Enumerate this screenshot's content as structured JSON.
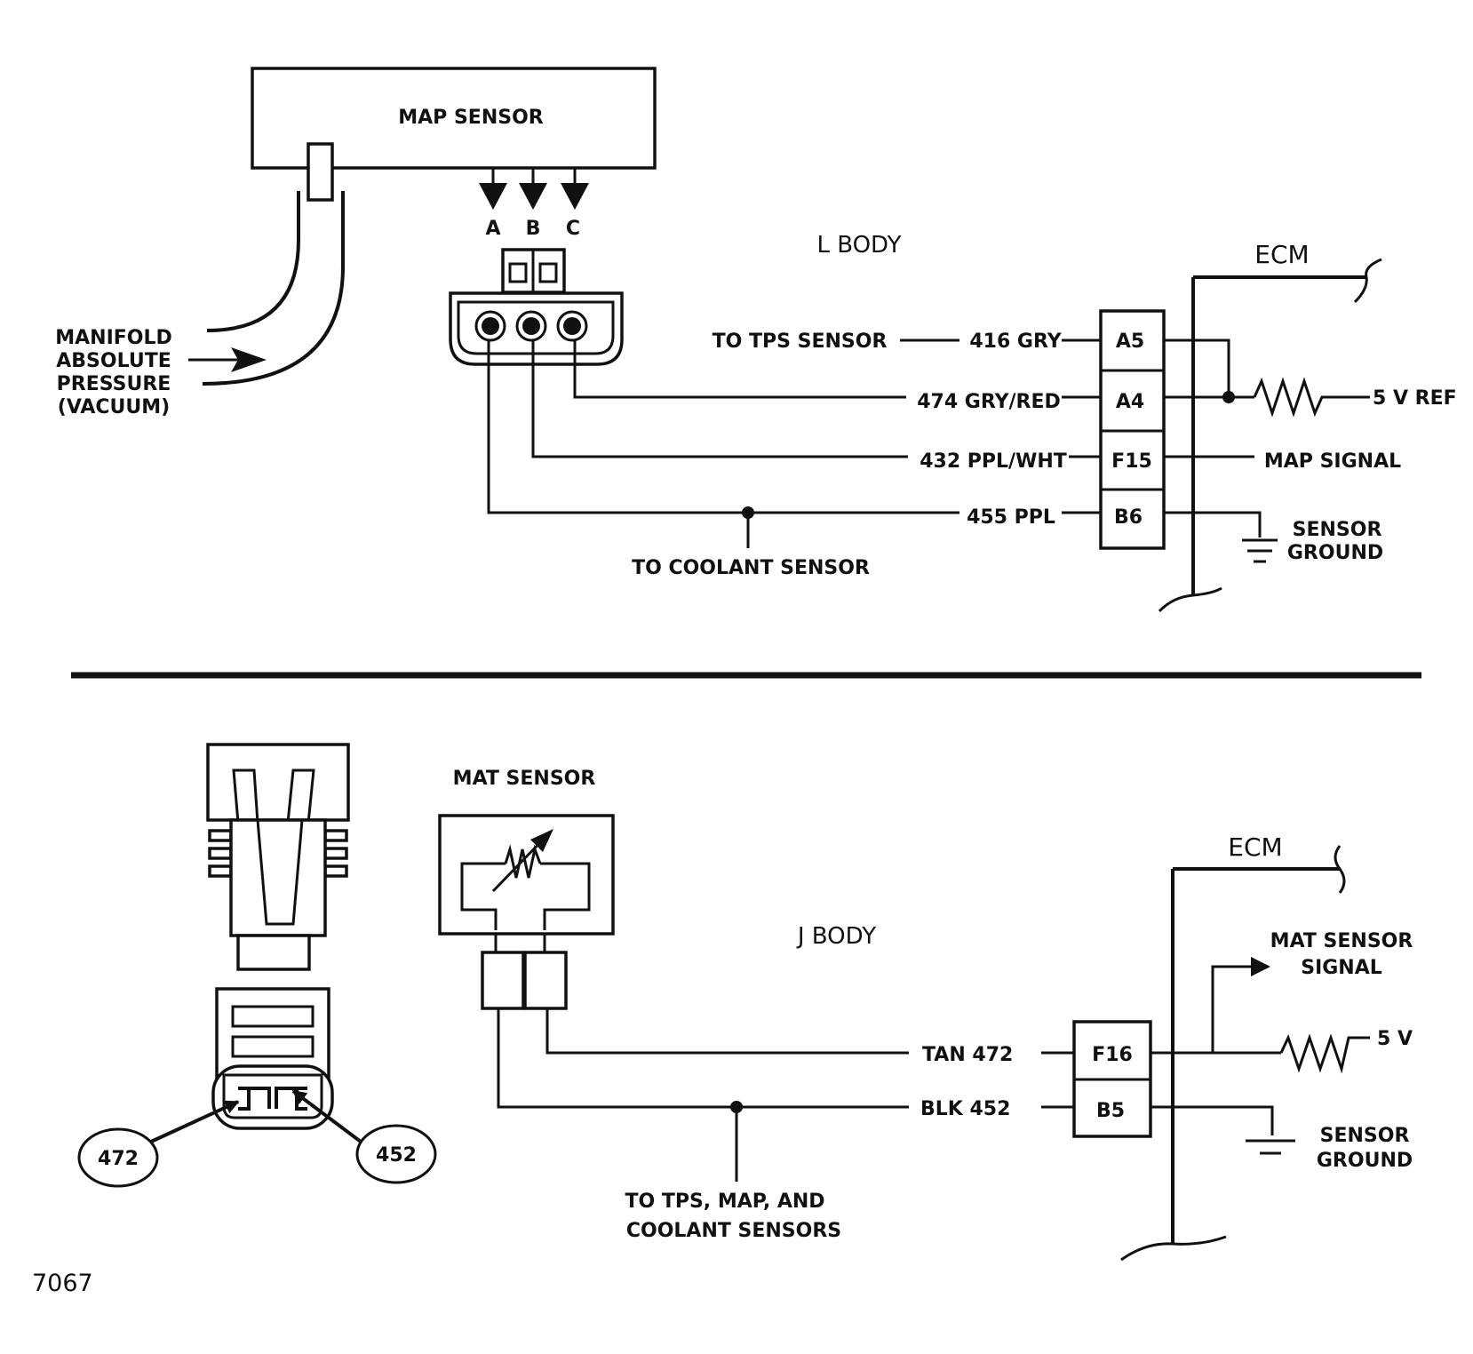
{
  "top": {
    "map_sensor": "MAP SENSOR",
    "pins": [
      "A",
      "B",
      "C"
    ],
    "vacuum_label": [
      "MANIFOLD",
      "ABSOLUTE",
      "PRESSURE",
      "(VACUUM)"
    ],
    "body": "L BODY",
    "ecm": "ECM",
    "to_tps": "TO TPS SENSOR",
    "wires": [
      "416 GRY",
      "474 GRY/RED",
      "432 PPL/WHT",
      "455 PPL"
    ],
    "terminals": [
      "A5",
      "A4",
      "F15",
      "B6"
    ],
    "ref": "5 V REF",
    "map_signal": "MAP SIGNAL",
    "sensor_ground": [
      "SENSOR",
      "GROUND"
    ],
    "to_coolant": "TO  COOLANT SENSOR"
  },
  "bottom": {
    "mat_sensor": "MAT SENSOR",
    "body": "J BODY",
    "ecm": "ECM",
    "mat_signal": [
      "MAT SENSOR",
      "SIGNAL"
    ],
    "ref": "5 V",
    "wires": [
      "TAN  472",
      "BLK  452"
    ],
    "terminals": [
      "F16",
      "B5"
    ],
    "sensor_ground": [
      "SENSOR",
      "GROUND"
    ],
    "to_sensors": [
      "TO TPS, MAP, AND",
      "COOLANT  SENSORS"
    ],
    "callouts": [
      "472",
      "452"
    ]
  },
  "figure_number": "7067"
}
